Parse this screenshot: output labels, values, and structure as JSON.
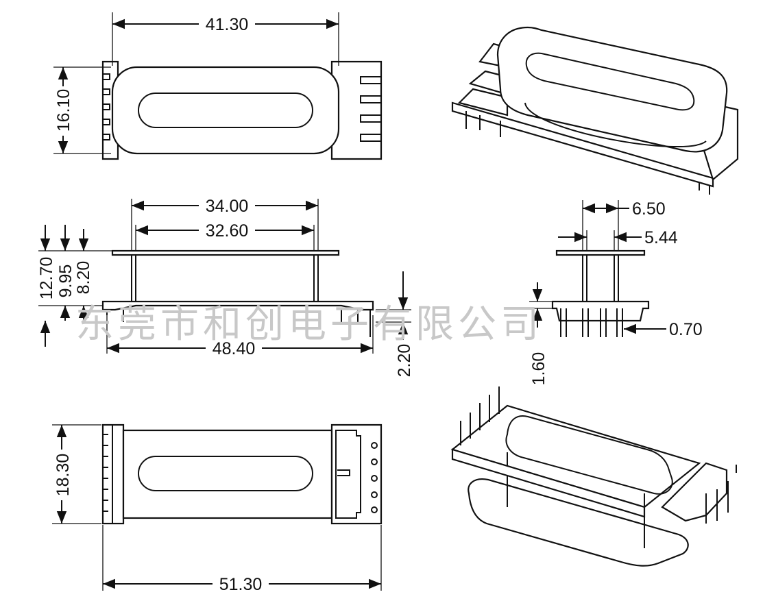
{
  "drawing": {
    "watermark": "东莞市和创电子有限公司",
    "colors": {
      "ink": "#111111",
      "paper": "#ffffff",
      "watermark": "#c8c8c8"
    },
    "dimensions": {
      "top_width": "41.30",
      "top_height": "16.10",
      "side_inner_outer": "34.00",
      "side_inner": "32.60",
      "side_h1": "12.70",
      "side_h2": "9.95",
      "side_h3": "8.20",
      "side_base_length": "48.40",
      "side_pin": "2.20",
      "end_a": "6.50",
      "end_b": "5.44",
      "end_pin_width": "0.70",
      "end_pin_length": "1.60",
      "bottom_height": "18.30",
      "bottom_width": "51.30"
    }
  }
}
